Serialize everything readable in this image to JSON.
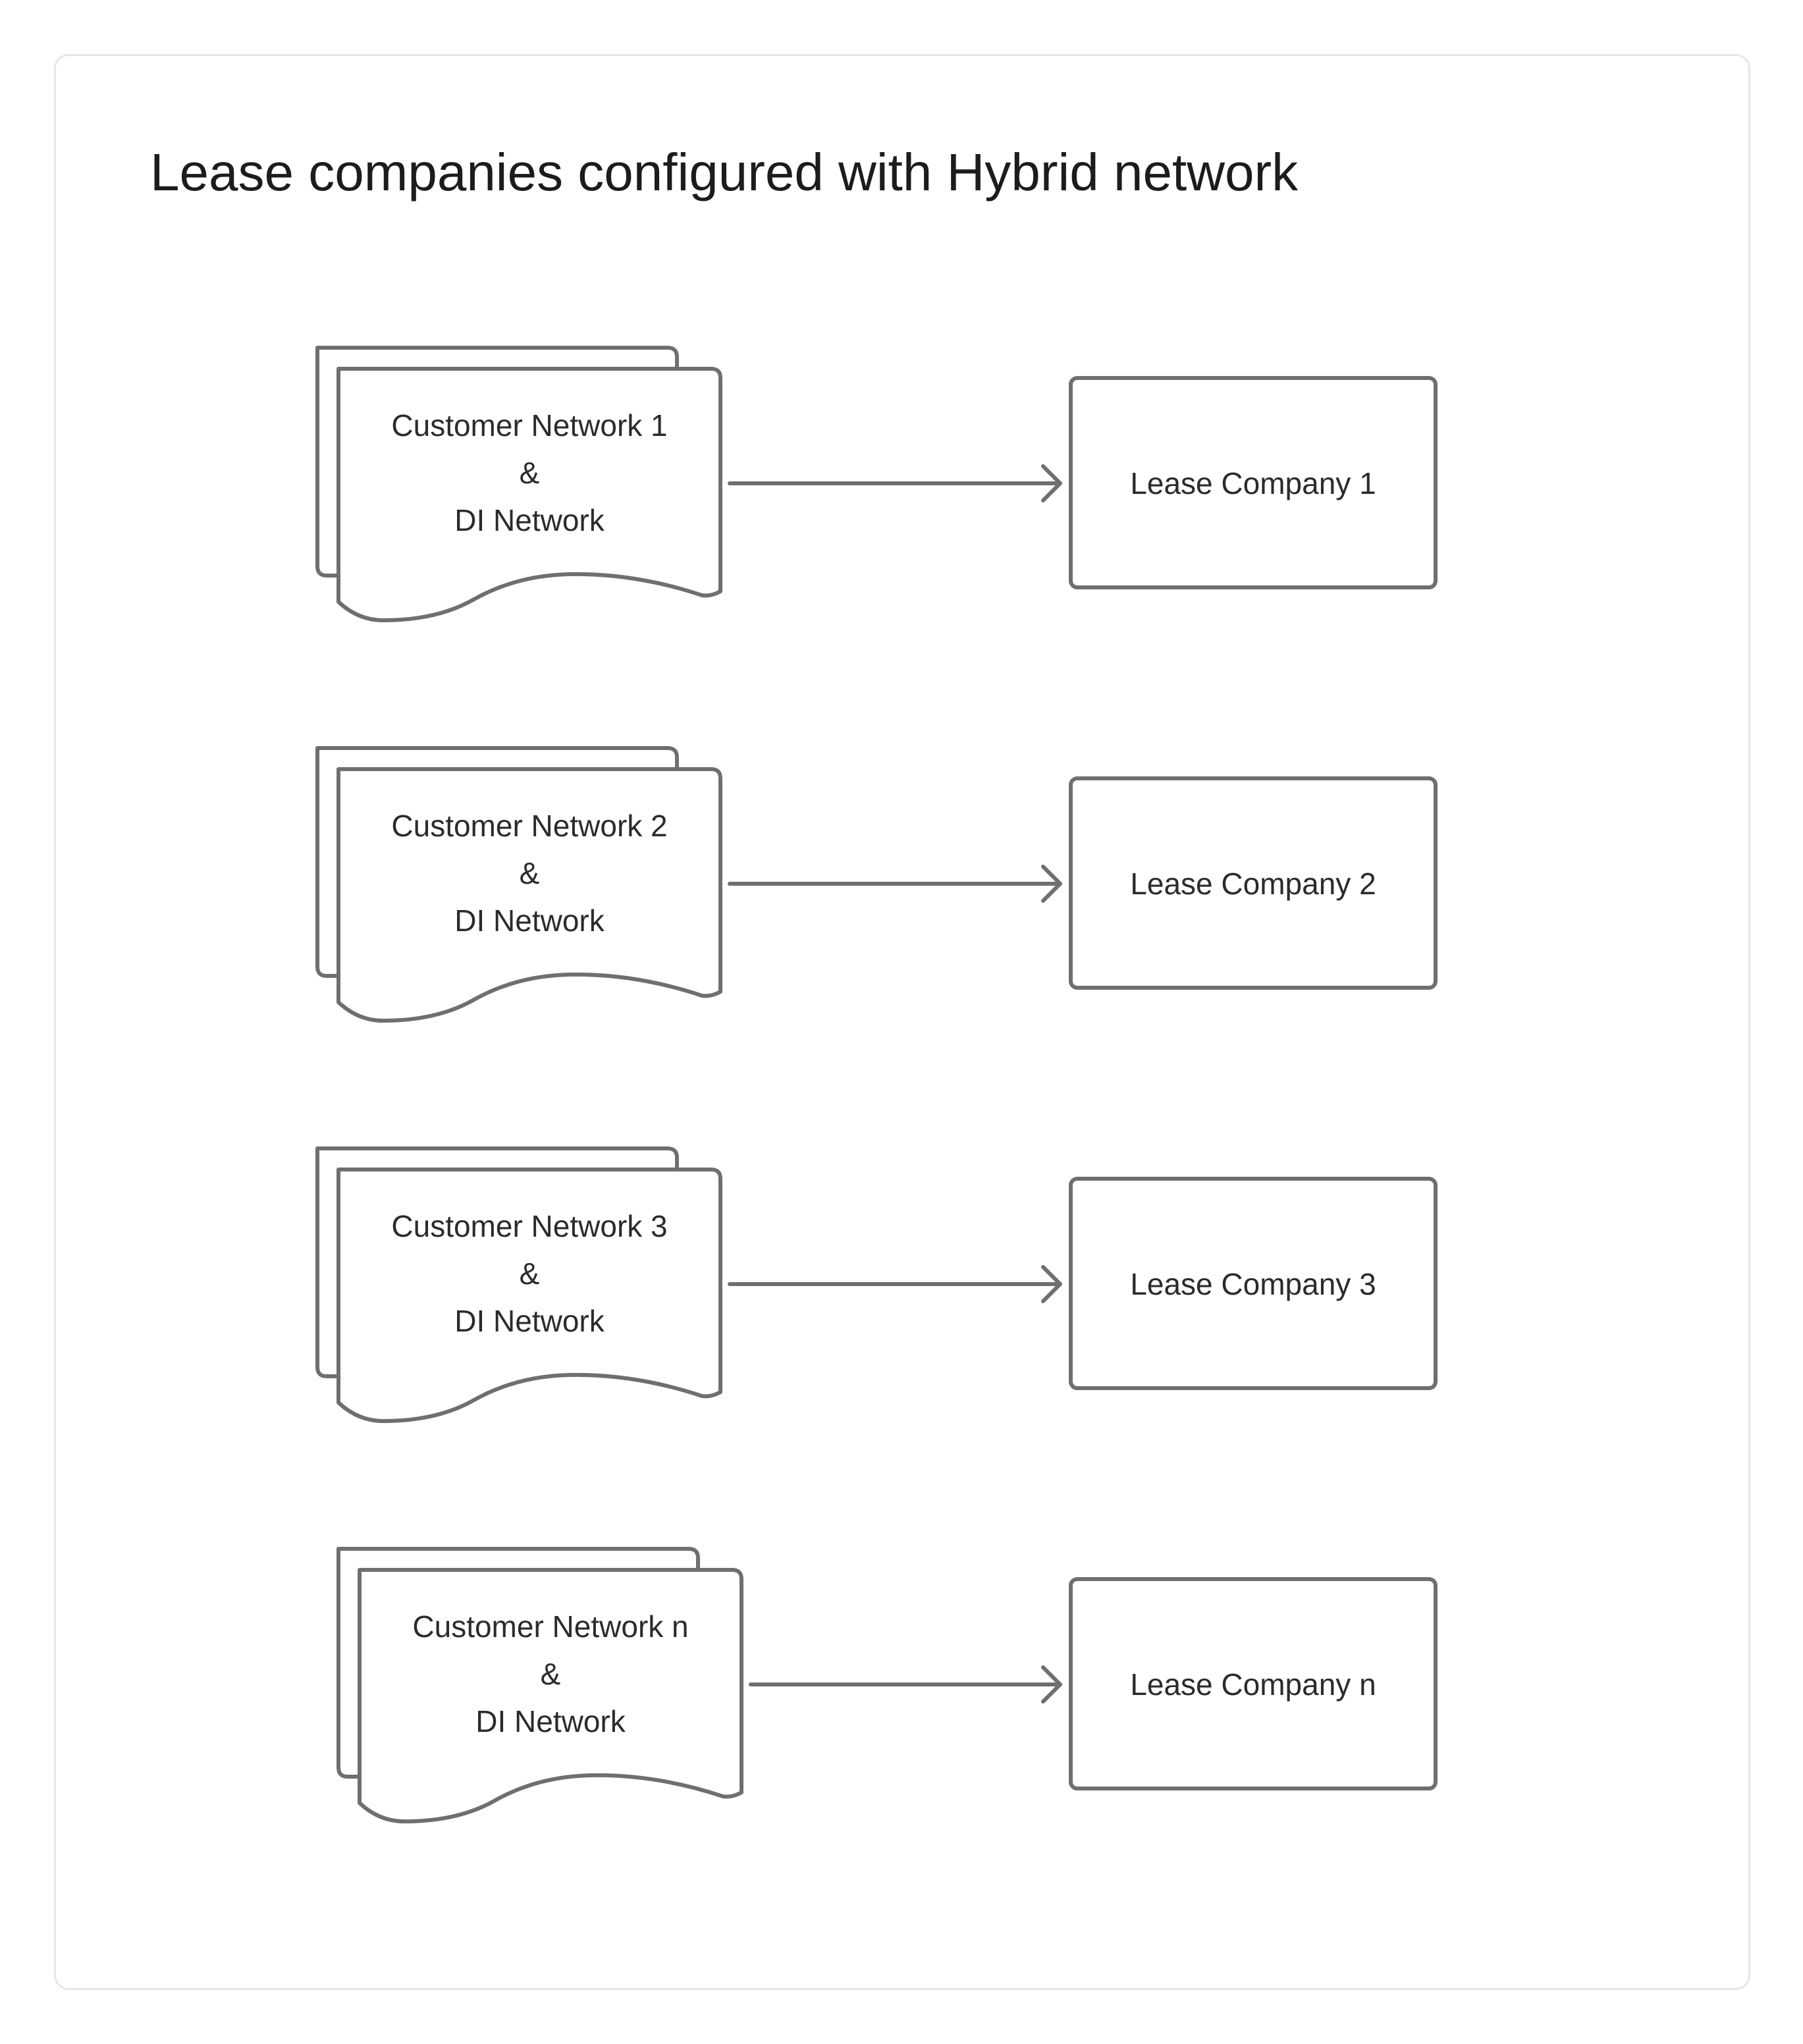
{
  "title": "Lease companies configured with Hybrid network",
  "rows": [
    {
      "source": {
        "line1": "Customer Network 1",
        "line2": "&",
        "line3": "DI Network"
      },
      "target": {
        "label": "Lease Company 1"
      }
    },
    {
      "source": {
        "line1": "Customer Network 2",
        "line2": "&",
        "line3": "DI Network"
      },
      "target": {
        "label": "Lease Company 2"
      }
    },
    {
      "source": {
        "line1": "Customer Network 3",
        "line2": "&",
        "line3": "DI Network"
      },
      "target": {
        "label": "Lease Company 3"
      }
    },
    {
      "source": {
        "line1": "Customer Network n",
        "line2": "&",
        "line3": "DI Network"
      },
      "target": {
        "label": "Lease Company n"
      }
    }
  ],
  "colors": {
    "stroke": "#6f6f6f",
    "text": "#2b2b2b",
    "title": "#1c1c1c",
    "card_border": "#e6e6e6"
  }
}
